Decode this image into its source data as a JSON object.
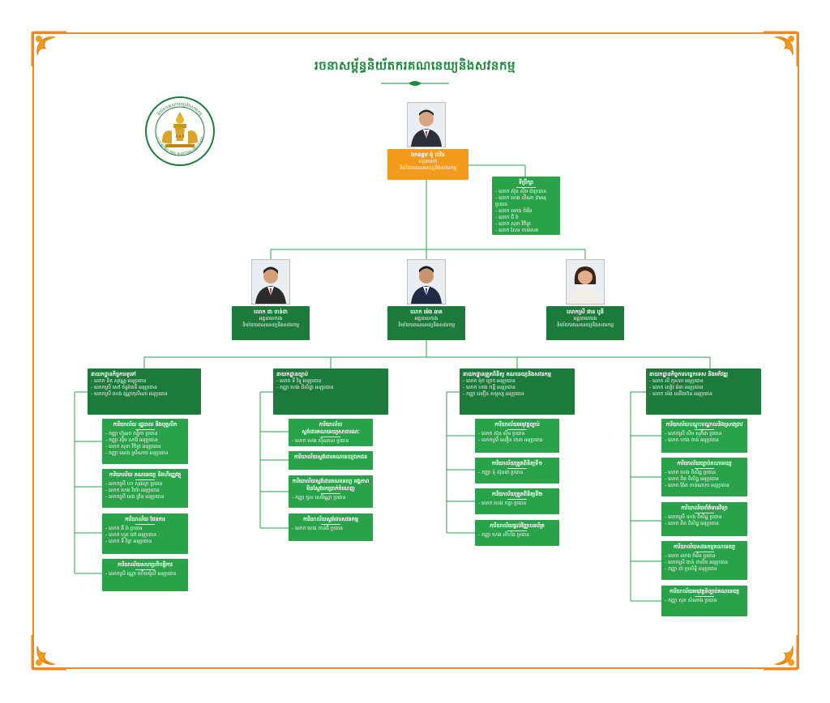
{
  "title": "រចនាសម្ព័ន្ធនិយ័តករគណនេយ្យនិងសវនកម្ម",
  "logo": {
    "top_text": "និយ័តករគណនេយ្យនិងសវនកម្ម",
    "acronym": "A A R",
    "bottom_text": "ACCOUNTING AND AUDITING REGULATOR"
  },
  "colors": {
    "frame": "#f08a1e",
    "dark_green": "#1c7a3a",
    "light_green": "#2aa24a",
    "orange": "#f39a1c",
    "line": "#2e9c52"
  },
  "head": {
    "name": "ឯកឧត្តម ម៉ូ ផាវិន",
    "role": "អគ្គនាយក",
    "org": "និយ័តករគណនេយ្យនិងសវនកម្ម"
  },
  "advisors": {
    "title": "ទីប្រឹក្សា",
    "items": [
      "- លោក ស៊ុន ស៊ីម ជាប្រធាន",
      "- លោក ហេង លីណា ជាអនុប្រធាន",
      "- លោក ឈាង ចំរើន",
      "- លោក ជី រ៉ា",
      "- លោក សុខា វិចិត្រ",
      "- លោក សែន ចាន់សេរា"
    ]
  },
  "deputies": [
    {
      "name": "លោក ជា ចាន់ថា",
      "role": "អគ្គនាយករង",
      "org": "និយ័តករគណនេយ្យនិងសវនកម្ម"
    },
    {
      "name": "លោក ម៉េង ឆាត",
      "role": "អគ្គនាយករង",
      "org": "និយ័តករគណនេយ្យនិងសវនកម្ម"
    },
    {
      "name": "លោកស្រី ផាន បូនី",
      "role": "អគ្គនាយករង",
      "org": "និយ័តករគណនេយ្យនិងសវនកម្ម"
    }
  ],
  "departments": [
    {
      "title": "នាយកដ្ឋានកិច្ចការទូទៅ",
      "members": [
        "- លោក ទិត សុវណ្ណ អនុប្រធាន",
        "- លោកស្រី សៅ ច័ន្ទរ៉ាតនី អនុប្រធាន",
        "- លោកស្រី ហេង វណ្ណាកុលីណា អនុប្រធាន"
      ],
      "offices": [
        {
          "title": "ការិយាល័យ រដ្ឋបាល និងបុគ្គលិក",
          "members": [
            "- កញ្ញា ហ៊ូណា កន្និកា ប្រធាន",
            "- កញ្ញា ស៊ីម សារ៉ៃ អនុប្រធាន",
            "- លោក សុខា វិចិត្រ អនុប្រធាន",
            "- កញ្ញា ណេង ស្រីណាថ អនុប្រធាន"
          ]
        },
        {
          "title": "ការិយាល័យ គណនេយ្យ និងហិរញ្ញវត្ថុ",
          "members": [
            "- លោកស្រី ហា សុផល្លា ប្រធាន",
            "- លោក ហេង វិចរ៉ា អនុប្រធាន",
            "- លោកស្រី ខេង ច្រិន អនុប្រធាន"
          ]
        },
        {
          "title": "ការិយាល័យ ផែនការ",
          "members": [
            "- លោក ងី រ៉ា ប្រធាន",
            "- លោក ហួត ពៅ អនុប្រធាន",
            "- លោក ទី រិទ្ធា អនុប្រធាន"
          ]
        },
        {
          "title": "ការិយាល័យសហប្រតិបត្តិការ",
          "members": [
            "- លោកស្រី វណ្ណា ហើយម៉ូលី អនុប្រធាន"
          ]
        }
      ]
    },
    {
      "title": "នាយកដ្ឋានច្បាប់",
      "members": [
        "- លោក ទី វិទូ អនុប្រធាន",
        "- កញ្ញា ហេង ពិសិដ្ឋា អនុប្រធាន"
      ],
      "offices": [
        {
          "title": "ការិយាល័យស្តង់ដារគណនេយ្យសាធារណៈ",
          "members": [
            "- លោក ហេង សុីណាល ប្រធាន"
          ]
        },
        {
          "title": "ការិយាល័យស្តង់ដារគណនេយ្យឯកជន",
          "members": []
        },
        {
          "title": "ការិយាល័យស្តង់ដារគណនេយ្យ អង្គភាពមិនស្វែងរកប្រាក់ចំណេញ",
          "members": [
            "- កញ្ញា ចូល សេរីវណ្ណា ប្រធាន"
          ]
        },
        {
          "title": "ការិយាល័យស្តង់ដារសវនកម្ម",
          "members": [
            "- លោក ហេង ចាន់ធី ប្រធាន"
          ]
        }
      ]
    },
    {
      "title": "នាយកដ្ឋានត្រួតពិនិត្យ គណនេយ្យនិងសវនកម្ម",
      "members": [
        "- លោក ម៉ុក ច្រេក អនុប្រធាន",
        "- លោក ហាង ចន្ធី អនុប្រធាន",
        "- កញ្ញា ឈឿន សម្ផស្ស អនុប្រធាន"
      ],
      "offices": [
        {
          "title": "ការិយាល័យអនុវត្តច្បាប់",
          "members": [
            "- លោក ស៊ុន ស៊ីម ប្រធាន",
            "- លោកស្រី ឈឿន រចនា អនុប្រធាន"
          ]
        },
        {
          "title": "ការិយាល័យត្រួតពិនិត្យទី១",
          "members": [
            "- កញ្ញា ទុំ ស៊ុនឌា ប្រធាន"
          ]
        },
        {
          "title": "ការិយាល័យត្រួតពិនិត្យទី២",
          "members": [
            "- លោក ហេង ចន្ទា ប្រធាន"
          ]
        },
        {
          "title": "ការិយាល័យផ្តល់វិញ្ញាបនប័ត្រ",
          "members": [
            "- កញ្ញា ហេង លីហ័ង ប្រធាន"
          ]
        }
      ]
    },
    {
      "title": "នាយកដ្ឋានកិច្ចការបច្ចេកទេស និងអភិវឌ្ឍ",
      "members": [
        "- លោក លី កុសល អនុប្រធាន",
        "- លោក សៀវ រ៉េនា អនុប្រធាន",
        "- លោក ម៉េង ឈើងហ៊ន អនុប្រធាន"
      ],
      "offices": [
        {
          "title": "ការិយាល័យបណ្តុះបណ្តាលនិងស្រាវជ្រាវ",
          "members": [
            "- លោកស្រី សឹម សុភីដា ប្រធាន",
            "- លោក ហាង ចាន់ អនុប្រធាន"
          ]
        },
        {
          "title": "ការិយាល័យច្បាប់គណនេយ្យ",
          "members": [
            "- លោក ហេង ពិសិដ្ឋ ប្រធាន",
            "- លោក ពិត ពិសិដ្ឋ អនុប្រធាន",
            "- លោក ង៉ែត ចាន់ណាកា អនុប្រធាន"
          ]
        },
        {
          "title": "ការិយាល័យព័ត៌មានវិទ្យា",
          "members": [
            "- លោកស្រី ហេង ពិសិដ្ឋ ប្រធាន",
            "- លោក ពិត ពិសិដ្ឋ អនុប្រធាន"
          ]
        },
        {
          "title": "ការិយាល័យសវនកម្មគណនេយ្យ",
          "members": [
            "- លោក ឈាង ចំរើន ប្រធាន",
            "- លោកស្រី ងាន់ ដាលីន អនុប្រធាន",
            "- កញ្ញា ជា ប្រសិទ្ធិ អនុប្រធាន"
          ]
        },
        {
          "title": "ការិយាល័យអនុវត្តន៍ច្បាប់គណនេយ្យ",
          "members": [
            "- កញ្ញា សុខ សំណាង ប្រធាន"
          ]
        }
      ]
    }
  ]
}
